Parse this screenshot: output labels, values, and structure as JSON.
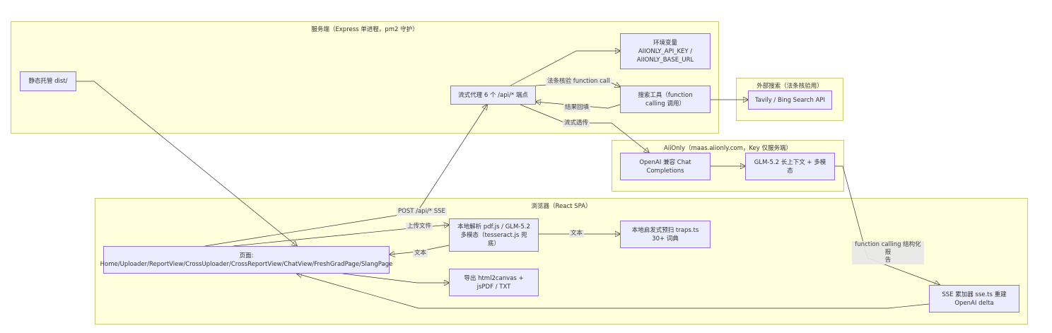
{
  "clusters": {
    "server": "服务端（Express 单进程，pm2 守护）",
    "external": "外部搜索（法条核验用）",
    "aiionly": "AiiOnly（maas.aiionly.com，Key 仅服务端）",
    "browser": "浏览器（React SPA）"
  },
  "nodes": {
    "static": "静态托管 dist/",
    "proxy": "流式代理 6 个 /api/* 端点",
    "env": "环境变量\nAIIONLY_API_KEY /\nAIIONLY_BASE_URL",
    "search": "搜索工具（function\ncalling 调用）",
    "tavily": "Tavily / Bing Search API",
    "openai": "OpenAI 兼容 Chat\nCompletions",
    "glm": "GLM-5.2 长上下文 + 多模\n态",
    "pages": "页面:\nHome/Uploader/ReportView/CrossUploader/CrossReportView/ChatView/FreshGradPage/SlangPage",
    "parse": "本地解析 pdf.js / GLM-5.2\n多模态（tesseract.js 兜\n底）",
    "traps": "本地启发式预扫 traps.ts\n30+ 词典",
    "export": "导出 html2canvas +\njsPDF / TXT",
    "sse": "SSE 累加器 sse.ts 重建\nOpenAI delta"
  },
  "edge_labels": {
    "law_check": "法条核验 function call",
    "result_back": "结果回填",
    "stream_relay": "流式透传",
    "post_api": "POST /api/* SSE",
    "upload": "上传文件",
    "text_out": "文本",
    "text_back": "文本",
    "fc_report": "function calling 结构化报\n告"
  }
}
